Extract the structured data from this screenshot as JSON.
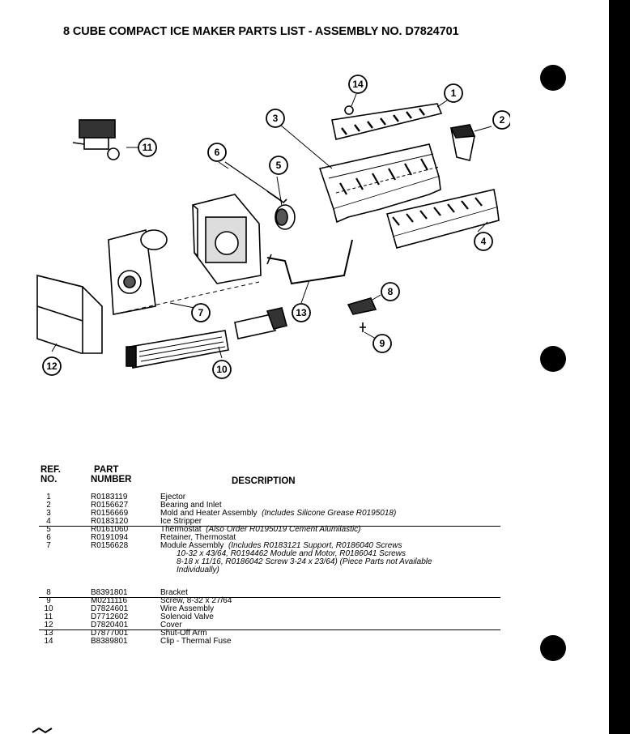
{
  "title": "8 CUBE COMPACT ICE MAKER PARTS LIST  -  ASSEMBLY NO. D7824701",
  "headers": {
    "ref_line1": "REF.",
    "ref_line2": "NO.",
    "part_line1": "PART",
    "part_line2": "NUMBER",
    "description": "DESCRIPTION"
  },
  "callouts": [
    "1",
    "2",
    "3",
    "4",
    "5",
    "6",
    "7",
    "8",
    "9",
    "10",
    "11",
    "12",
    "13",
    "14"
  ],
  "parts": [
    {
      "ref": "1",
      "part": "R0183119",
      "desc": "Ejector",
      "note": ""
    },
    {
      "ref": "2",
      "part": "R0156627",
      "desc": "Bearing and Inlet",
      "note": ""
    },
    {
      "ref": "3",
      "part": "R0156669",
      "desc": "Mold and Heater Assembly",
      "note": "(Includes Silicone Grease  R0195018)"
    },
    {
      "ref": "4",
      "part": "R0183120",
      "desc": "Ice Stripper",
      "note": ""
    },
    {
      "ref": "5",
      "part": "R0161060",
      "desc": "Thermostat",
      "note": "(Also Order R0195019 Cement Alumilastic)"
    },
    {
      "ref": "6",
      "part": "R0191094",
      "desc": "Retainer, Thermostat",
      "note": ""
    },
    {
      "ref": "7",
      "part": "R0156628",
      "desc": "Module Assembly",
      "note": "(Includes R0183121 Support, R0186040 Screws"
    },
    {
      "ref": "8",
      "part": "B8391801",
      "desc": "Bracket",
      "note": ""
    },
    {
      "ref": "9",
      "part": "M0211116",
      "desc": "Screw, 8-32 x 27/64",
      "note": ""
    },
    {
      "ref": "10",
      "part": "D7824601",
      "desc": "Wire Assembly",
      "note": ""
    },
    {
      "ref": "11",
      "part": "D7712602",
      "desc": "Solenoid Valve",
      "note": ""
    },
    {
      "ref": "12",
      "part": "D7820401",
      "desc": "Cover",
      "note": ""
    },
    {
      "ref": "13",
      "part": "D7877001",
      "desc": "Shut-Off Arm",
      "note": ""
    },
    {
      "ref": "14",
      "part": "B8389801",
      "desc": "Clip - Thermal Fuse",
      "note": ""
    }
  ],
  "module_note_lines": [
    "10-32 x 43/64, R0194462 Module and Motor, R0186041 Screws",
    "8-18 x 11/16, R0186042 Screw 3-24 x 23/64)  (Piece Parts not Available",
    "Individually)"
  ]
}
